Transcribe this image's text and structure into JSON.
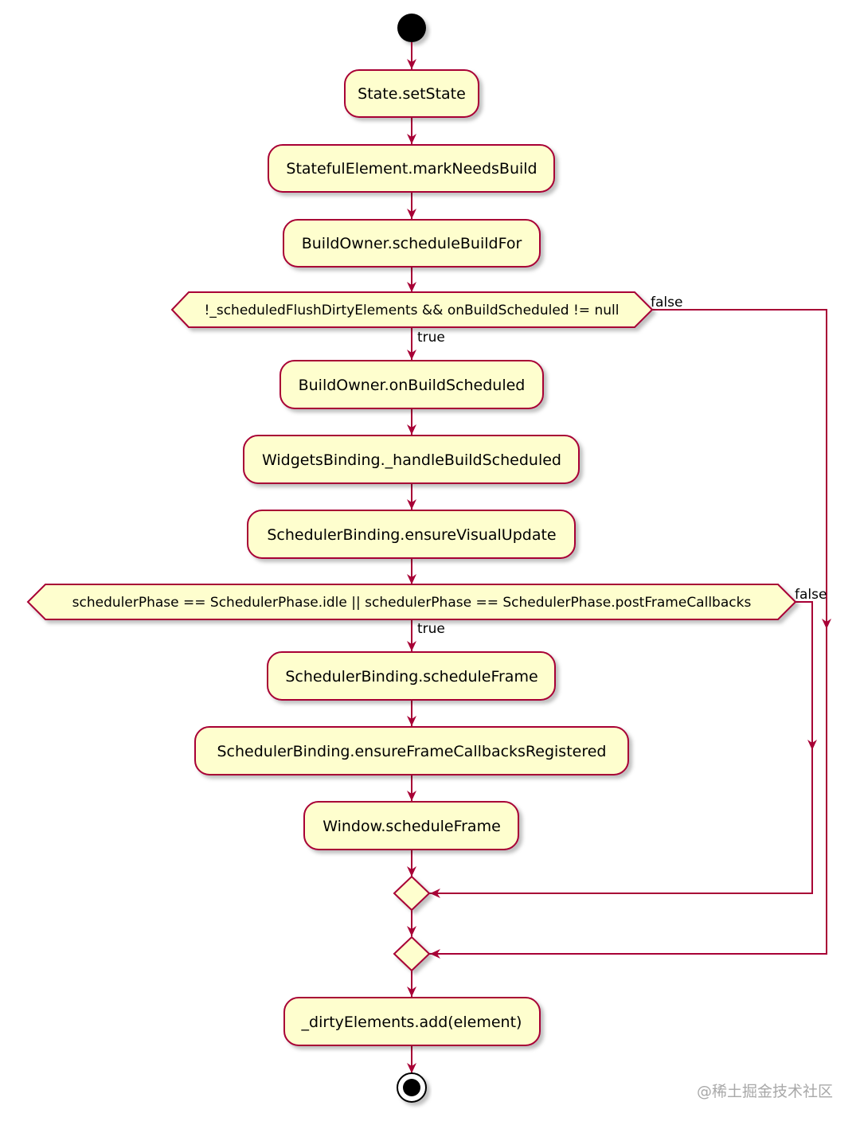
{
  "diagram": {
    "actions": {
      "set_state": "State.setState",
      "mark_needs_build": "StatefulElement.markNeedsBuild",
      "schedule_build_for": "BuildOwner.scheduleBuildFor",
      "on_build_scheduled": "BuildOwner.onBuildScheduled",
      "handle_build_scheduled": "WidgetsBinding._handleBuildScheduled",
      "ensure_visual_update": "SchedulerBinding.ensureVisualUpdate",
      "schedule_frame": "SchedulerBinding.scheduleFrame",
      "ensure_frame_callbacks": "SchedulerBinding.ensureFrameCallbacksRegistered",
      "window_schedule_frame": "Window.scheduleFrame",
      "dirty_elements_add": "_dirtyElements.add(element)"
    },
    "conditions": {
      "first": "!_scheduledFlushDirtyElements && onBuildScheduled != null",
      "second": "schedulerPhase == SchedulerPhase.idle || schedulerPhase == SchedulerPhase.postFrameCallbacks"
    },
    "branch_labels": {
      "first_true": "true",
      "first_false": "false",
      "second_true": "true",
      "second_false": "false"
    },
    "colors": {
      "node_fill": "#fefece",
      "stroke": "#a80036",
      "shadow": "#c9c9c9"
    }
  },
  "watermark": "@稀土掘金技术社区"
}
